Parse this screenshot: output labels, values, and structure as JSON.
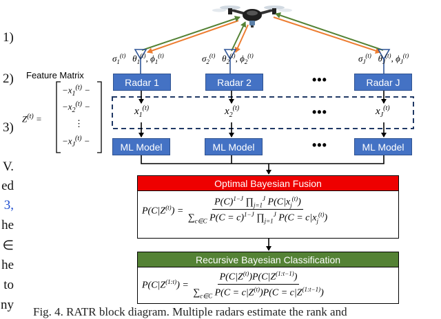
{
  "left_text": {
    "eq_numbers": [
      "1)",
      "2)",
      "3)"
    ],
    "fragments": [
      "V.",
      "ed",
      "3,",
      "he",
      "∈",
      "he",
      "to",
      "ny"
    ],
    "cite_fragment": "3,"
  },
  "caption": {
    "text": "Fig. 4. RATR block diagram. Multiple radars estimate the rank and"
  },
  "drone": {
    "icon": "quadcopter-drone-icon"
  },
  "radars": [
    {
      "label": "Radar 1",
      "sym_idx": "1",
      "x_idx": "1"
    },
    {
      "label": "Radar 2",
      "sym_idx": "2",
      "x_idx": "2"
    },
    {
      "label": "Radar J",
      "sym_idx": "J",
      "x_idx": "J"
    }
  ],
  "ellipsis": "•••",
  "feature_matrix": {
    "title": "Feature Matrix",
    "lhs": "Z",
    "rows": [
      "1",
      "2",
      "⋮",
      "J"
    ]
  },
  "ml_model_label": "ML Model",
  "fusion": {
    "header": "Optimal Bayesian Fusion",
    "header_color": "#ee0000"
  },
  "recursive": {
    "header": "Recursive Bayesian Classification",
    "header_color": "#548235"
  },
  "colors": {
    "radar_box": "#4472c4",
    "incident_arrow": "#ed7d31",
    "scatter_arrow": "#70ad47"
  }
}
